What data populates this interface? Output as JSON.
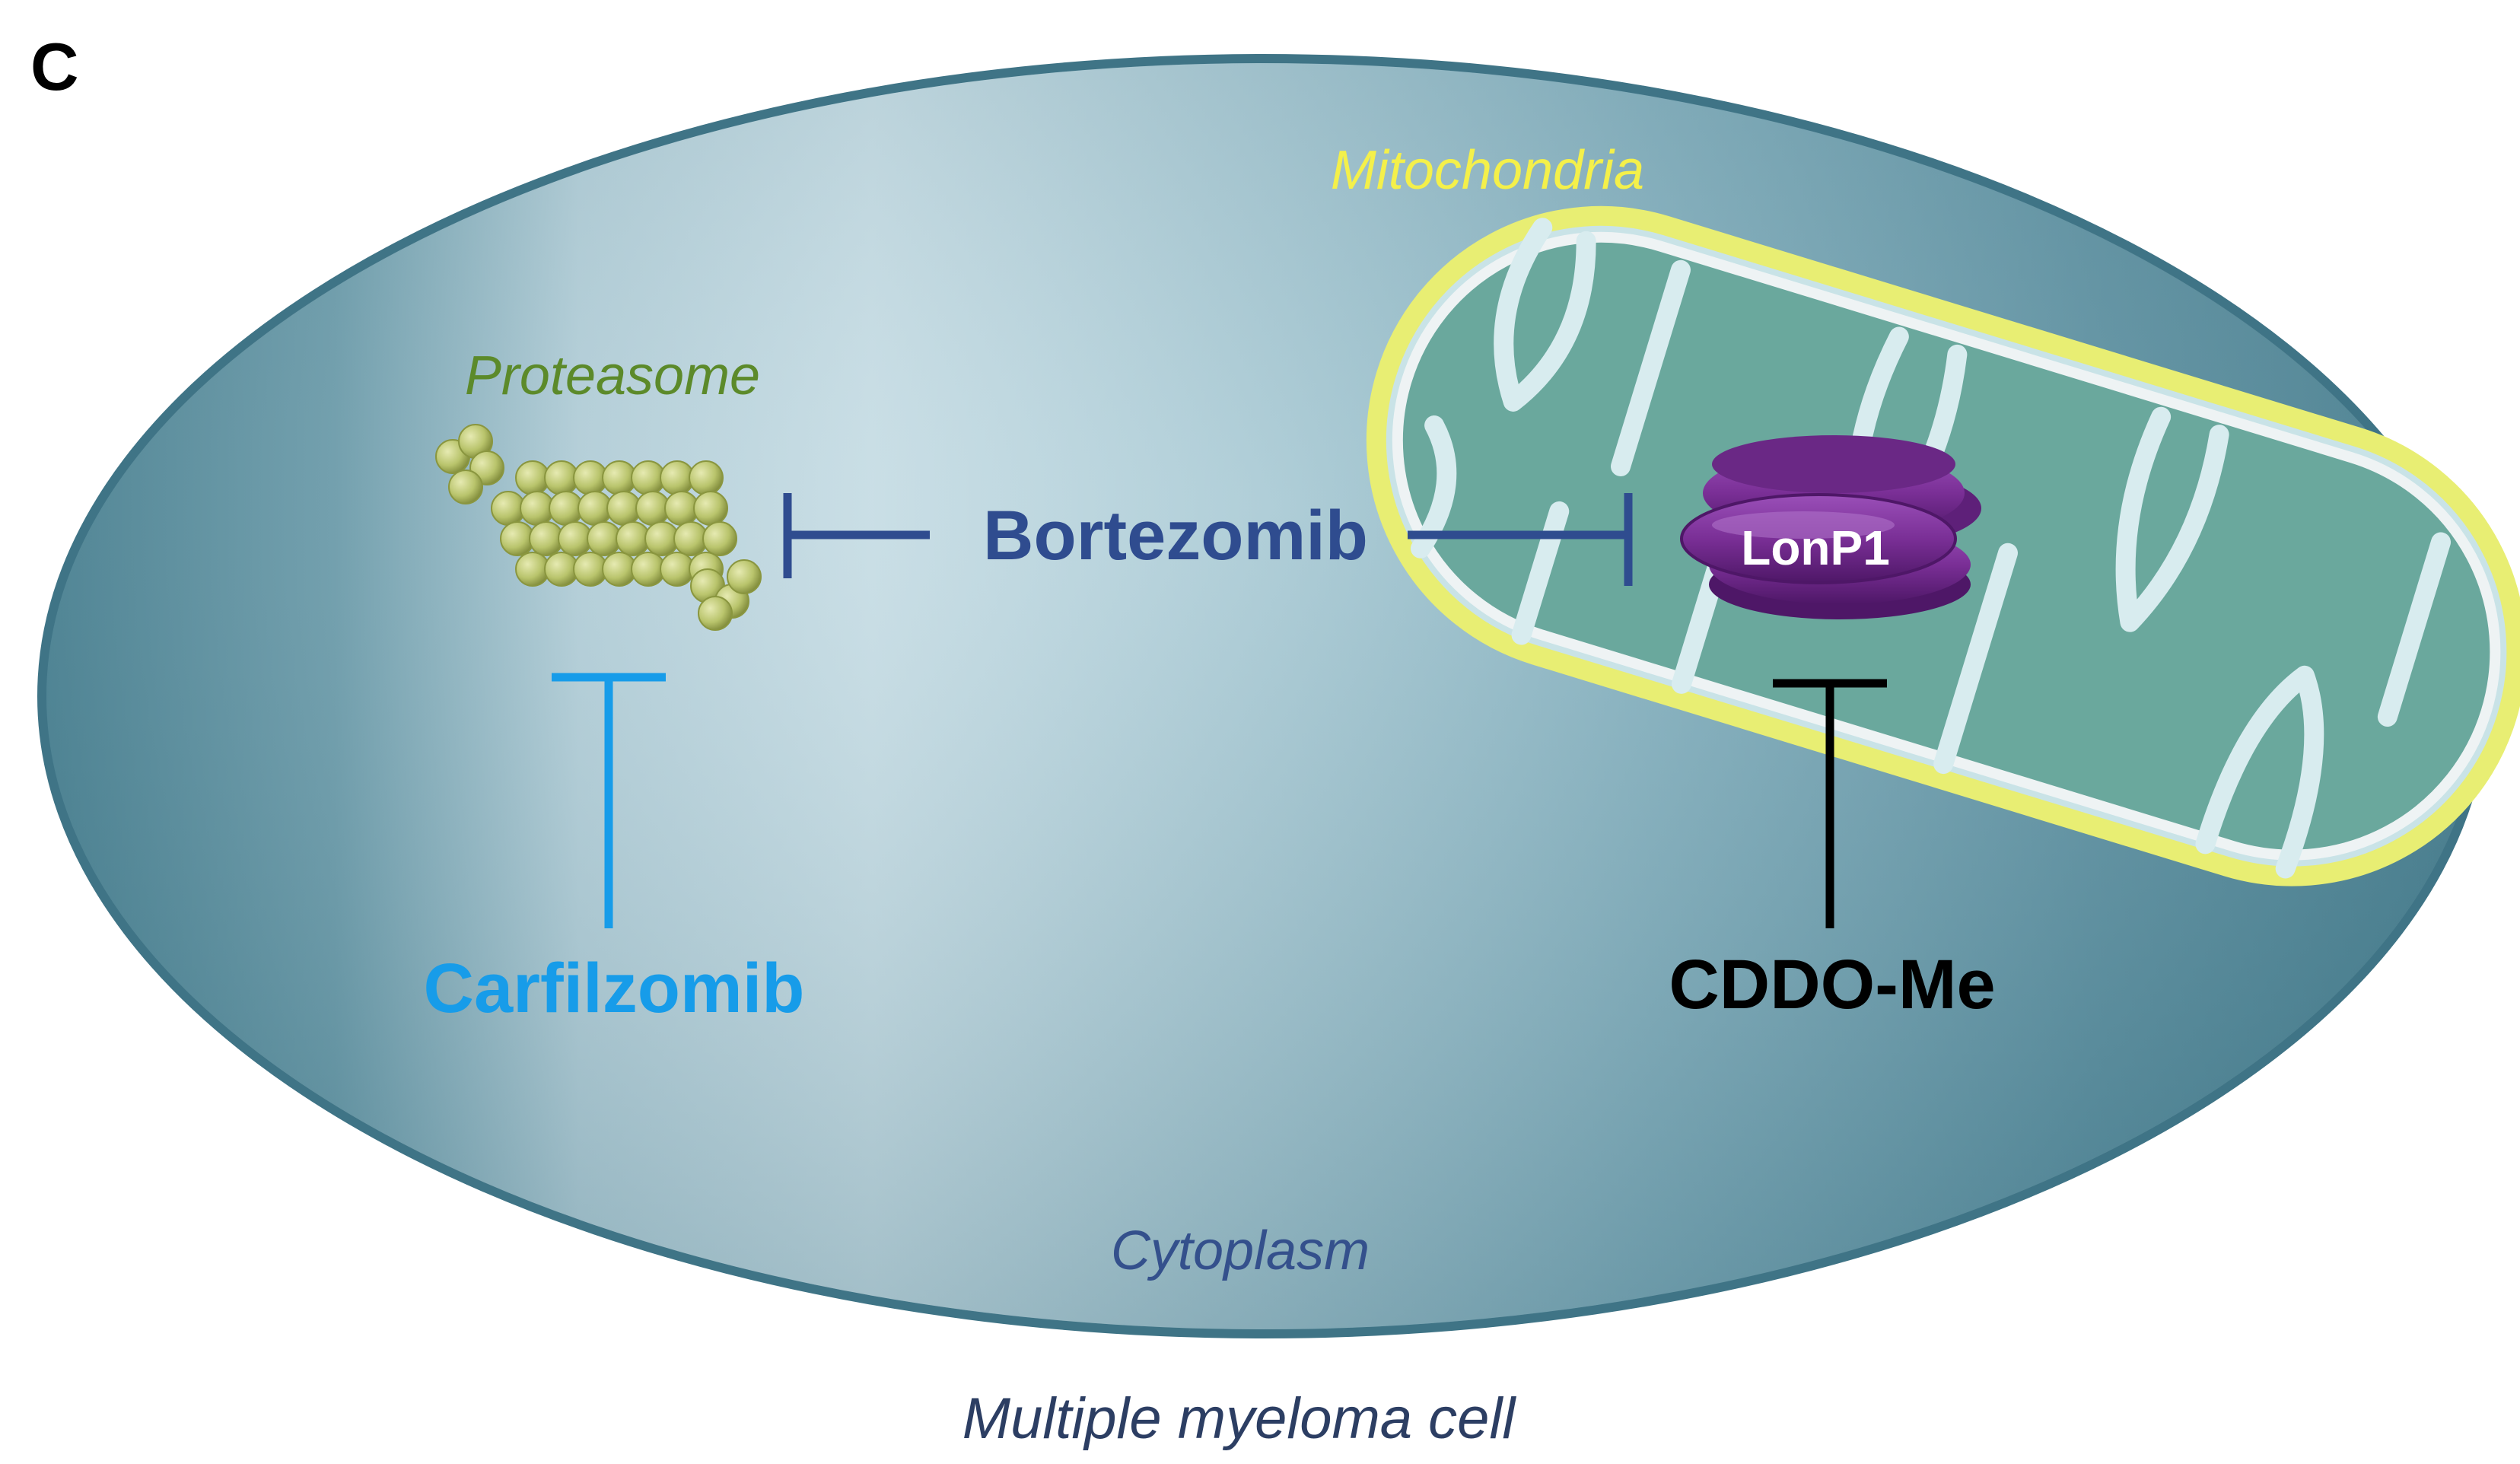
{
  "panel_letter": "C",
  "labels": {
    "mitochondria": "Mitochondria",
    "proteasome": "Proteasome",
    "lonp1": "LonP1",
    "cytoplasm": "Cytoplasm",
    "cell": "Multiple myeloma cell"
  },
  "drugs": {
    "bortezomib": "Bortezomib",
    "carfilzomib": "Carfilzomib",
    "cddo_me": "CDDO-Me"
  },
  "colors": {
    "cell_fill_dark": "#4e8799",
    "cell_fill_light": "#cfe3ea",
    "cell_outline": "#3f7486",
    "mitochondria_label": "#f4f04a",
    "mito_membrane": "#e8ee73",
    "mito_matrix": "#6aa89d",
    "mito_crista": "#d8ecef",
    "proteasome_label": "#5c8a2a",
    "proteasome_fill": "#b9c46c",
    "lonp1_fill": "#7a2f96",
    "lonp1_dark": "#4e1767",
    "lonp1_text": "#ffffff",
    "bortezomib": "#2f4c8f",
    "carfilzomib": "#179ce9",
    "cddo_me": "#000000",
    "cytoplasm_label": "#34508c",
    "cell_label": "#2c3e63",
    "panel_letter": "#000000"
  }
}
